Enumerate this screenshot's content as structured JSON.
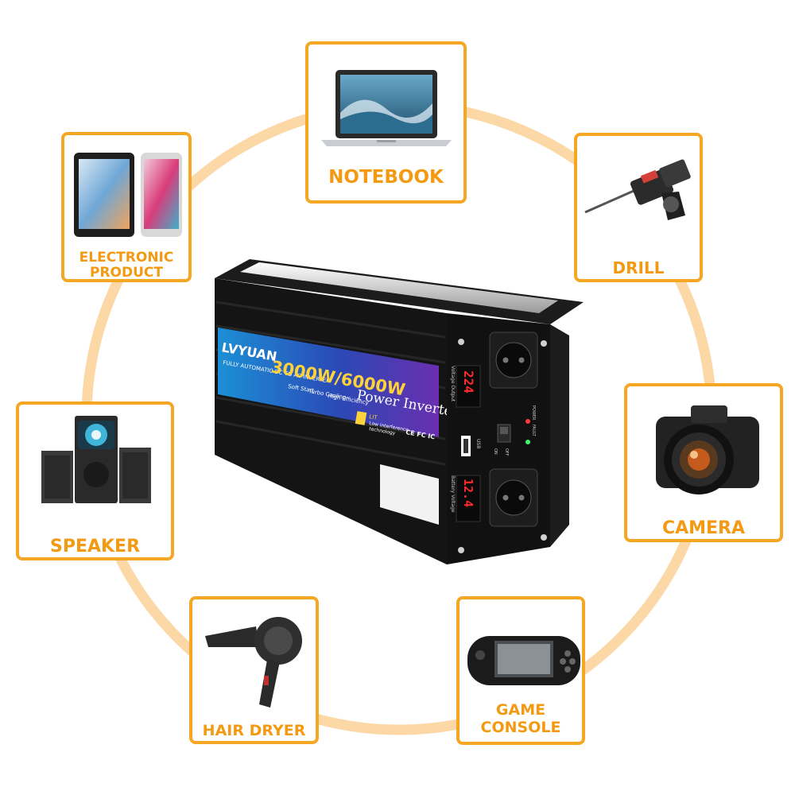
{
  "accent_color": "#f5a623",
  "label_color": "#f39a12",
  "cards": {
    "notebook": {
      "label": "NOTEBOOK",
      "icon": "laptop-icon"
    },
    "electronic": {
      "label_line1": "ELECTRONIC",
      "label_line2": "PRODUCT",
      "icon": "tablet-phone-icon"
    },
    "drill": {
      "label": "DRILL",
      "icon": "drill-icon"
    },
    "speaker": {
      "label": "SPEAKER",
      "icon": "speaker-icon"
    },
    "camera": {
      "label": "CAMERA",
      "icon": "camera-icon"
    },
    "hair": {
      "label": "HAIR DRYER",
      "icon": "hair-dryer-icon"
    },
    "game": {
      "label_line1": "GAME",
      "label_line2": "CONSOLE",
      "icon": "game-console-icon"
    }
  },
  "inverter": {
    "brand": "LVYUAN",
    "subtitle": "FULLY AUTOMATIC DC TO AC INVERTER",
    "power": "3000W/6000W",
    "product": "Power Inverter",
    "lit_title": "LIT",
    "lit_line1": "Low interference",
    "lit_line2": "technology",
    "certs": "CE FC IC",
    "display_top": "224",
    "display_bottom": "12.4",
    "voltage_output": "Voltage Output",
    "battery_voltage": "Battery Voltage",
    "fault": "FAULT",
    "power_label": "POWER",
    "usb": "USB",
    "on": "ON",
    "off": "OFF",
    "features": [
      "Soft Start",
      "Turbo Cooling",
      "High Efficiency"
    ]
  }
}
